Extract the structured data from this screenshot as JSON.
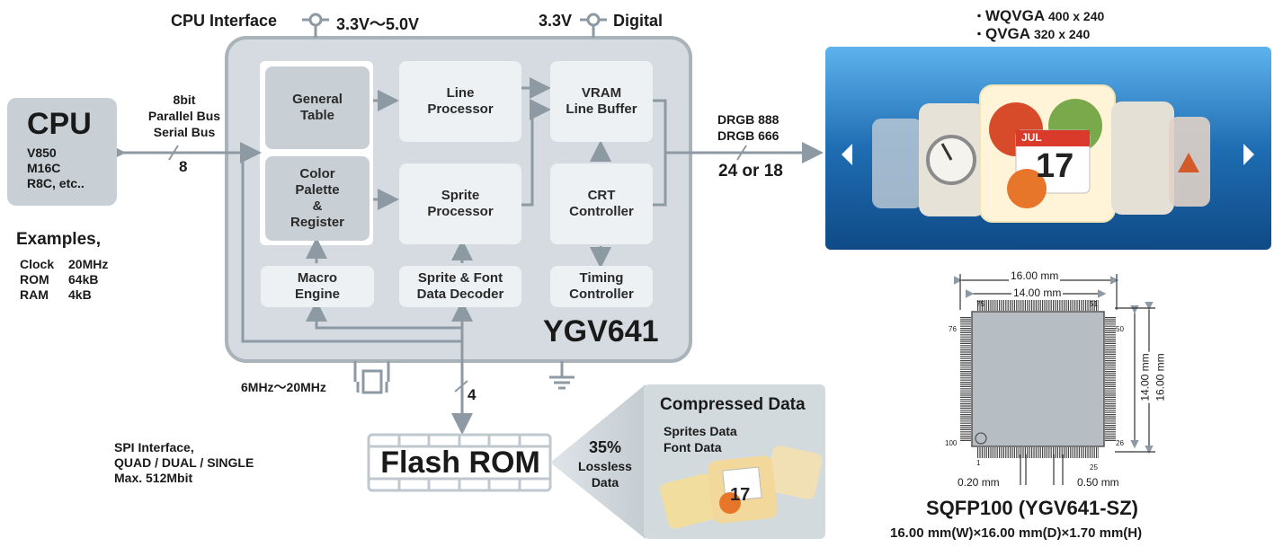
{
  "power": {
    "cpu_interface_label": "CPU Interface",
    "cpu_voltage": "3.3V～5.0V",
    "digital_voltage": "3.3V",
    "digital_label": "Digital"
  },
  "cpu": {
    "title": "CPU",
    "models": "V850\nM16C\nR8C, etc..",
    "bus_label": "8bit\nParallel Bus\nSerial Bus",
    "bus_width": "8"
  },
  "examples": {
    "title": "Examples,",
    "rows": [
      {
        "key": "Clock",
        "value": "20MHz"
      },
      {
        "key": "ROM",
        "value": "64kB"
      },
      {
        "key": "RAM",
        "value": "4kB"
      }
    ]
  },
  "chip": {
    "name": "YGV641",
    "blocks": {
      "general_table": "General\nTable",
      "color_palette": "Color\nPalette\n&\nRegister",
      "macro_engine": "Macro\nEngine",
      "line_processor": "Line\nProcessor",
      "sprite_processor": "Sprite\nProcessor",
      "sprite_font_decoder": "Sprite & Font\nData Decoder",
      "vram_line_buffer": "VRAM\nLine Buffer",
      "crt_controller": "CRT\nController",
      "timing_controller": "Timing\nController"
    },
    "clock_range": "6MHz～20MHz",
    "spi_width": "4"
  },
  "output": {
    "format": "DRGB 888\nDRGB 666",
    "width": "24 or 18",
    "resolutions": [
      {
        "name": "WQVGA",
        "size": "400 x 240"
      },
      {
        "name": "QVGA",
        "size": "320 x 240"
      }
    ],
    "calendar_month": "JUL",
    "calendar_day": "17"
  },
  "flash": {
    "title": "Flash ROM",
    "spi_info": "SPI Interface,\nQUAD / DUAL / SINGLE\nMax. 512Mbit",
    "ratio": "35%",
    "ratio_label": "Lossless\nData"
  },
  "compressed": {
    "title": "Compressed Data",
    "items": "Sprites Data\nFont Data"
  },
  "package": {
    "dim_outer_w": "16.00 mm",
    "dim_inner_w": "14.00 mm",
    "dim_inner_h": "14.00 mm",
    "dim_outer_h": "16.00 mm",
    "pin_75": "75",
    "pin_51": "51",
    "pin_76": "76",
    "pin_50": "50",
    "pin_100": "100",
    "pin_26": "26",
    "pin_1": "1",
    "pin_25": "25",
    "pitch_left": "0.20 mm",
    "pitch_right": "0.50 mm",
    "name": "SQFP100 (YGV641-SZ)",
    "size": "16.00 mm(W)×16.00 mm(D)×1.70 mm(H)"
  },
  "colors": {
    "chip_bg": "#d5dbe0",
    "block_light": "#eef1f3",
    "block_dark": "#c9d0d5",
    "wire": "#8e9aa3",
    "screen_blue": "#2d7fc7"
  }
}
